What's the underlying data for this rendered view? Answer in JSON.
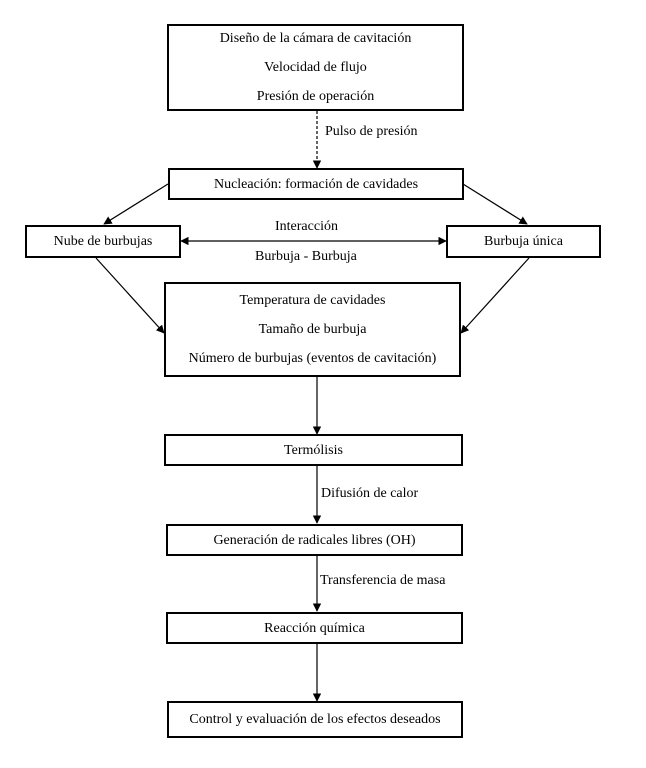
{
  "boxes": {
    "design": {
      "lines": [
        "Diseño de la cámara de cavitación",
        "Velocidad de flujo",
        "Presión de operación"
      ]
    },
    "nucleation": "Nucleación: formación de cavidades",
    "cloud": "Nube de burbujas",
    "single": "Burbuja única",
    "cavity": {
      "lines": [
        "Temperatura de cavidades",
        "Tamaño de burbuja",
        "Número de burbujas (eventos de cavitación)"
      ]
    },
    "thermolysis": "Termólisis",
    "radicals": "Generación de radicales libres (OH)",
    "reaction": "Reacción química",
    "control": "Control y evaluación de los efectos deseados"
  },
  "labels": {
    "pressure_pulse": "Pulso de presión",
    "interaction": "Interacción",
    "bubble_bubble": "Burbuja - Burbuja",
    "heat_diffusion": "Difusión de calor",
    "mass_transfer": "Transferencia  de masa"
  }
}
